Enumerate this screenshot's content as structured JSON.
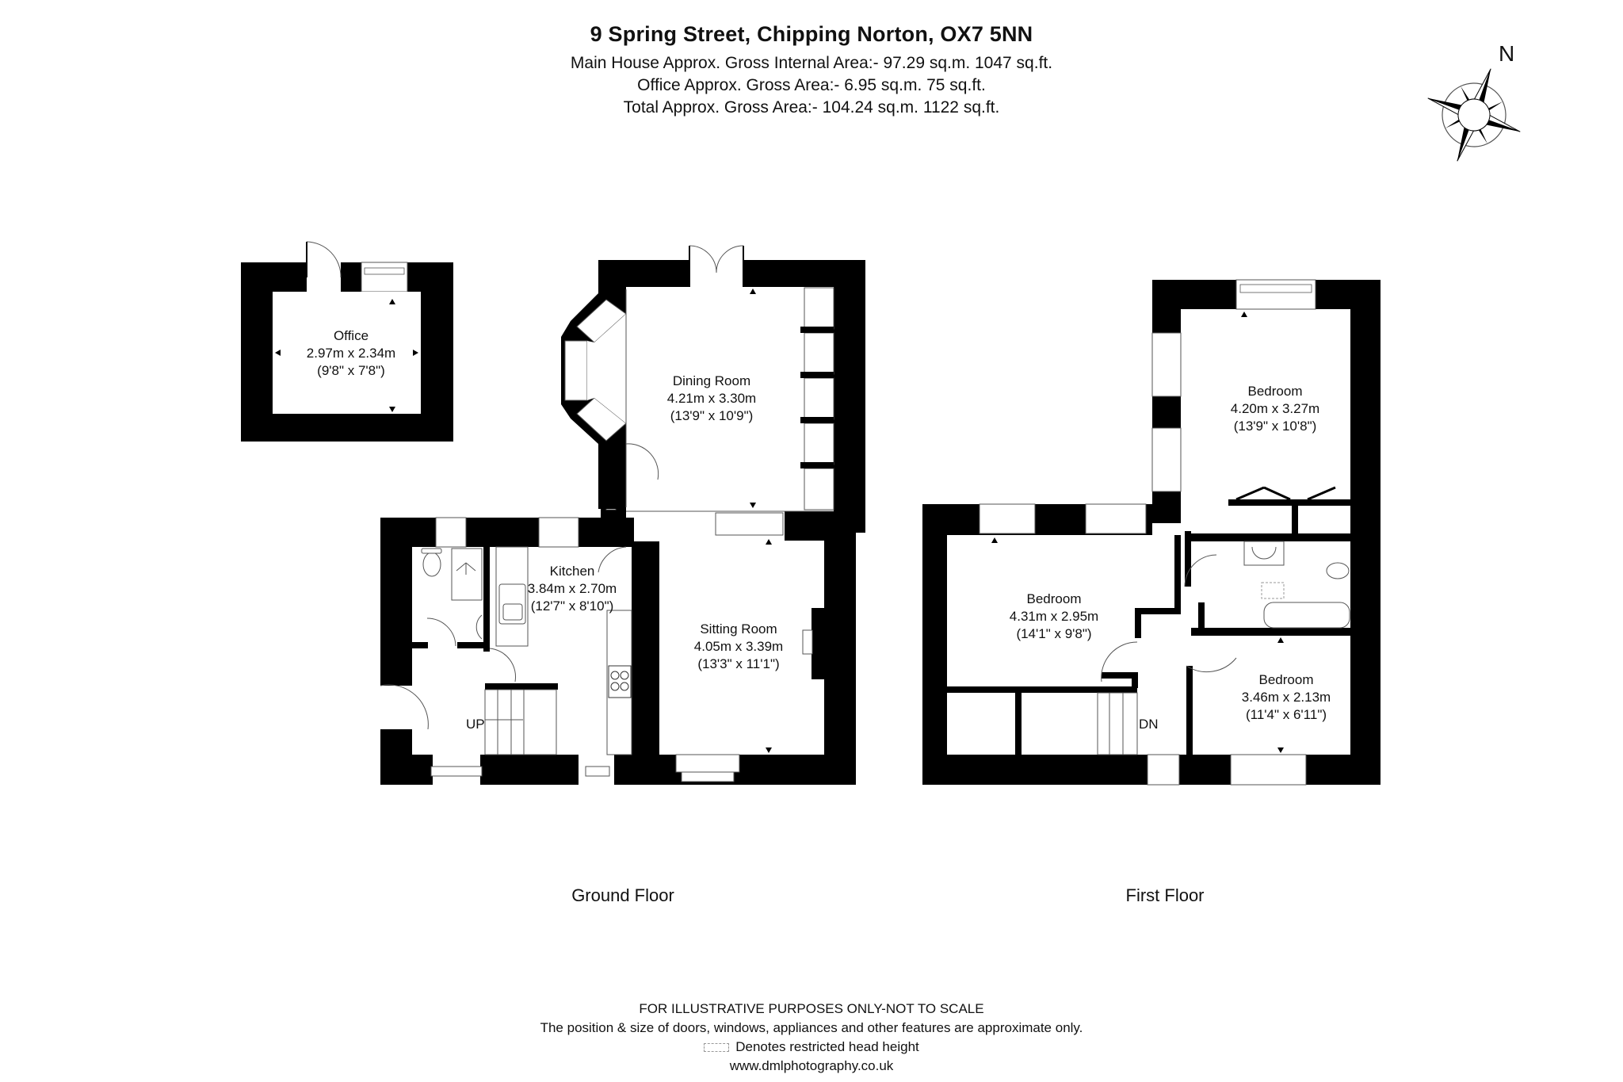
{
  "header": {
    "title": "9 Spring Street, Chipping Norton, OX7 5NN",
    "areas": [
      "Main House Approx. Gross Internal Area:- 97.29 sq.m. 1047 sq.ft.",
      "Office Approx. Gross Area:- 6.95 sq.m. 75 sq.ft.",
      "Total Approx. Gross Area:- 104.24 sq.m. 1122 sq.ft."
    ]
  },
  "compass": {
    "label": "N",
    "icon": "compass-rose-icon"
  },
  "floors": {
    "ground": {
      "label": "Ground Floor",
      "rooms": {
        "office": {
          "name": "Office",
          "metric": "2.97m x 2.34m",
          "imperial": "(9'8\" x 7'8\")"
        },
        "dining": {
          "name": "Dining Room",
          "metric": "4.21m x 3.30m",
          "imperial": "(13'9\" x 10'9\")"
        },
        "kitchen": {
          "name": "Kitchen",
          "metric": "3.84m x 2.70m",
          "imperial": "(12'7\" x 8'10\")"
        },
        "sitting": {
          "name": "Sitting Room",
          "metric": "4.05m x 3.39m",
          "imperial": "(13'3\" x 11'1\")"
        }
      },
      "stairs": "UP"
    },
    "first": {
      "label": "First Floor",
      "rooms": {
        "bedroom1": {
          "name": "Bedroom",
          "metric": "4.20m x 3.27m",
          "imperial": "(13'9\" x 10'8\")"
        },
        "bedroom2": {
          "name": "Bedroom",
          "metric": "4.31m x 2.95m",
          "imperial": "(14'1\" x 9'8\")"
        },
        "bedroom3": {
          "name": "Bedroom",
          "metric": "3.46m x 2.13m",
          "imperial": "(11'4\" x 6'11\")"
        }
      },
      "stairs": "DN"
    }
  },
  "footer": {
    "disclaimer": "FOR ILLUSTRATIVE PURPOSES ONLY-NOT TO SCALE",
    "note": "The position & size of doors, windows, appliances and other features are approximate only.",
    "legend": "Denotes restricted head height",
    "website": "www.dmlphotography.co.uk"
  },
  "colors": {
    "wall": "#000000",
    "background": "#ffffff",
    "text": "#111111",
    "line": "#555555"
  }
}
